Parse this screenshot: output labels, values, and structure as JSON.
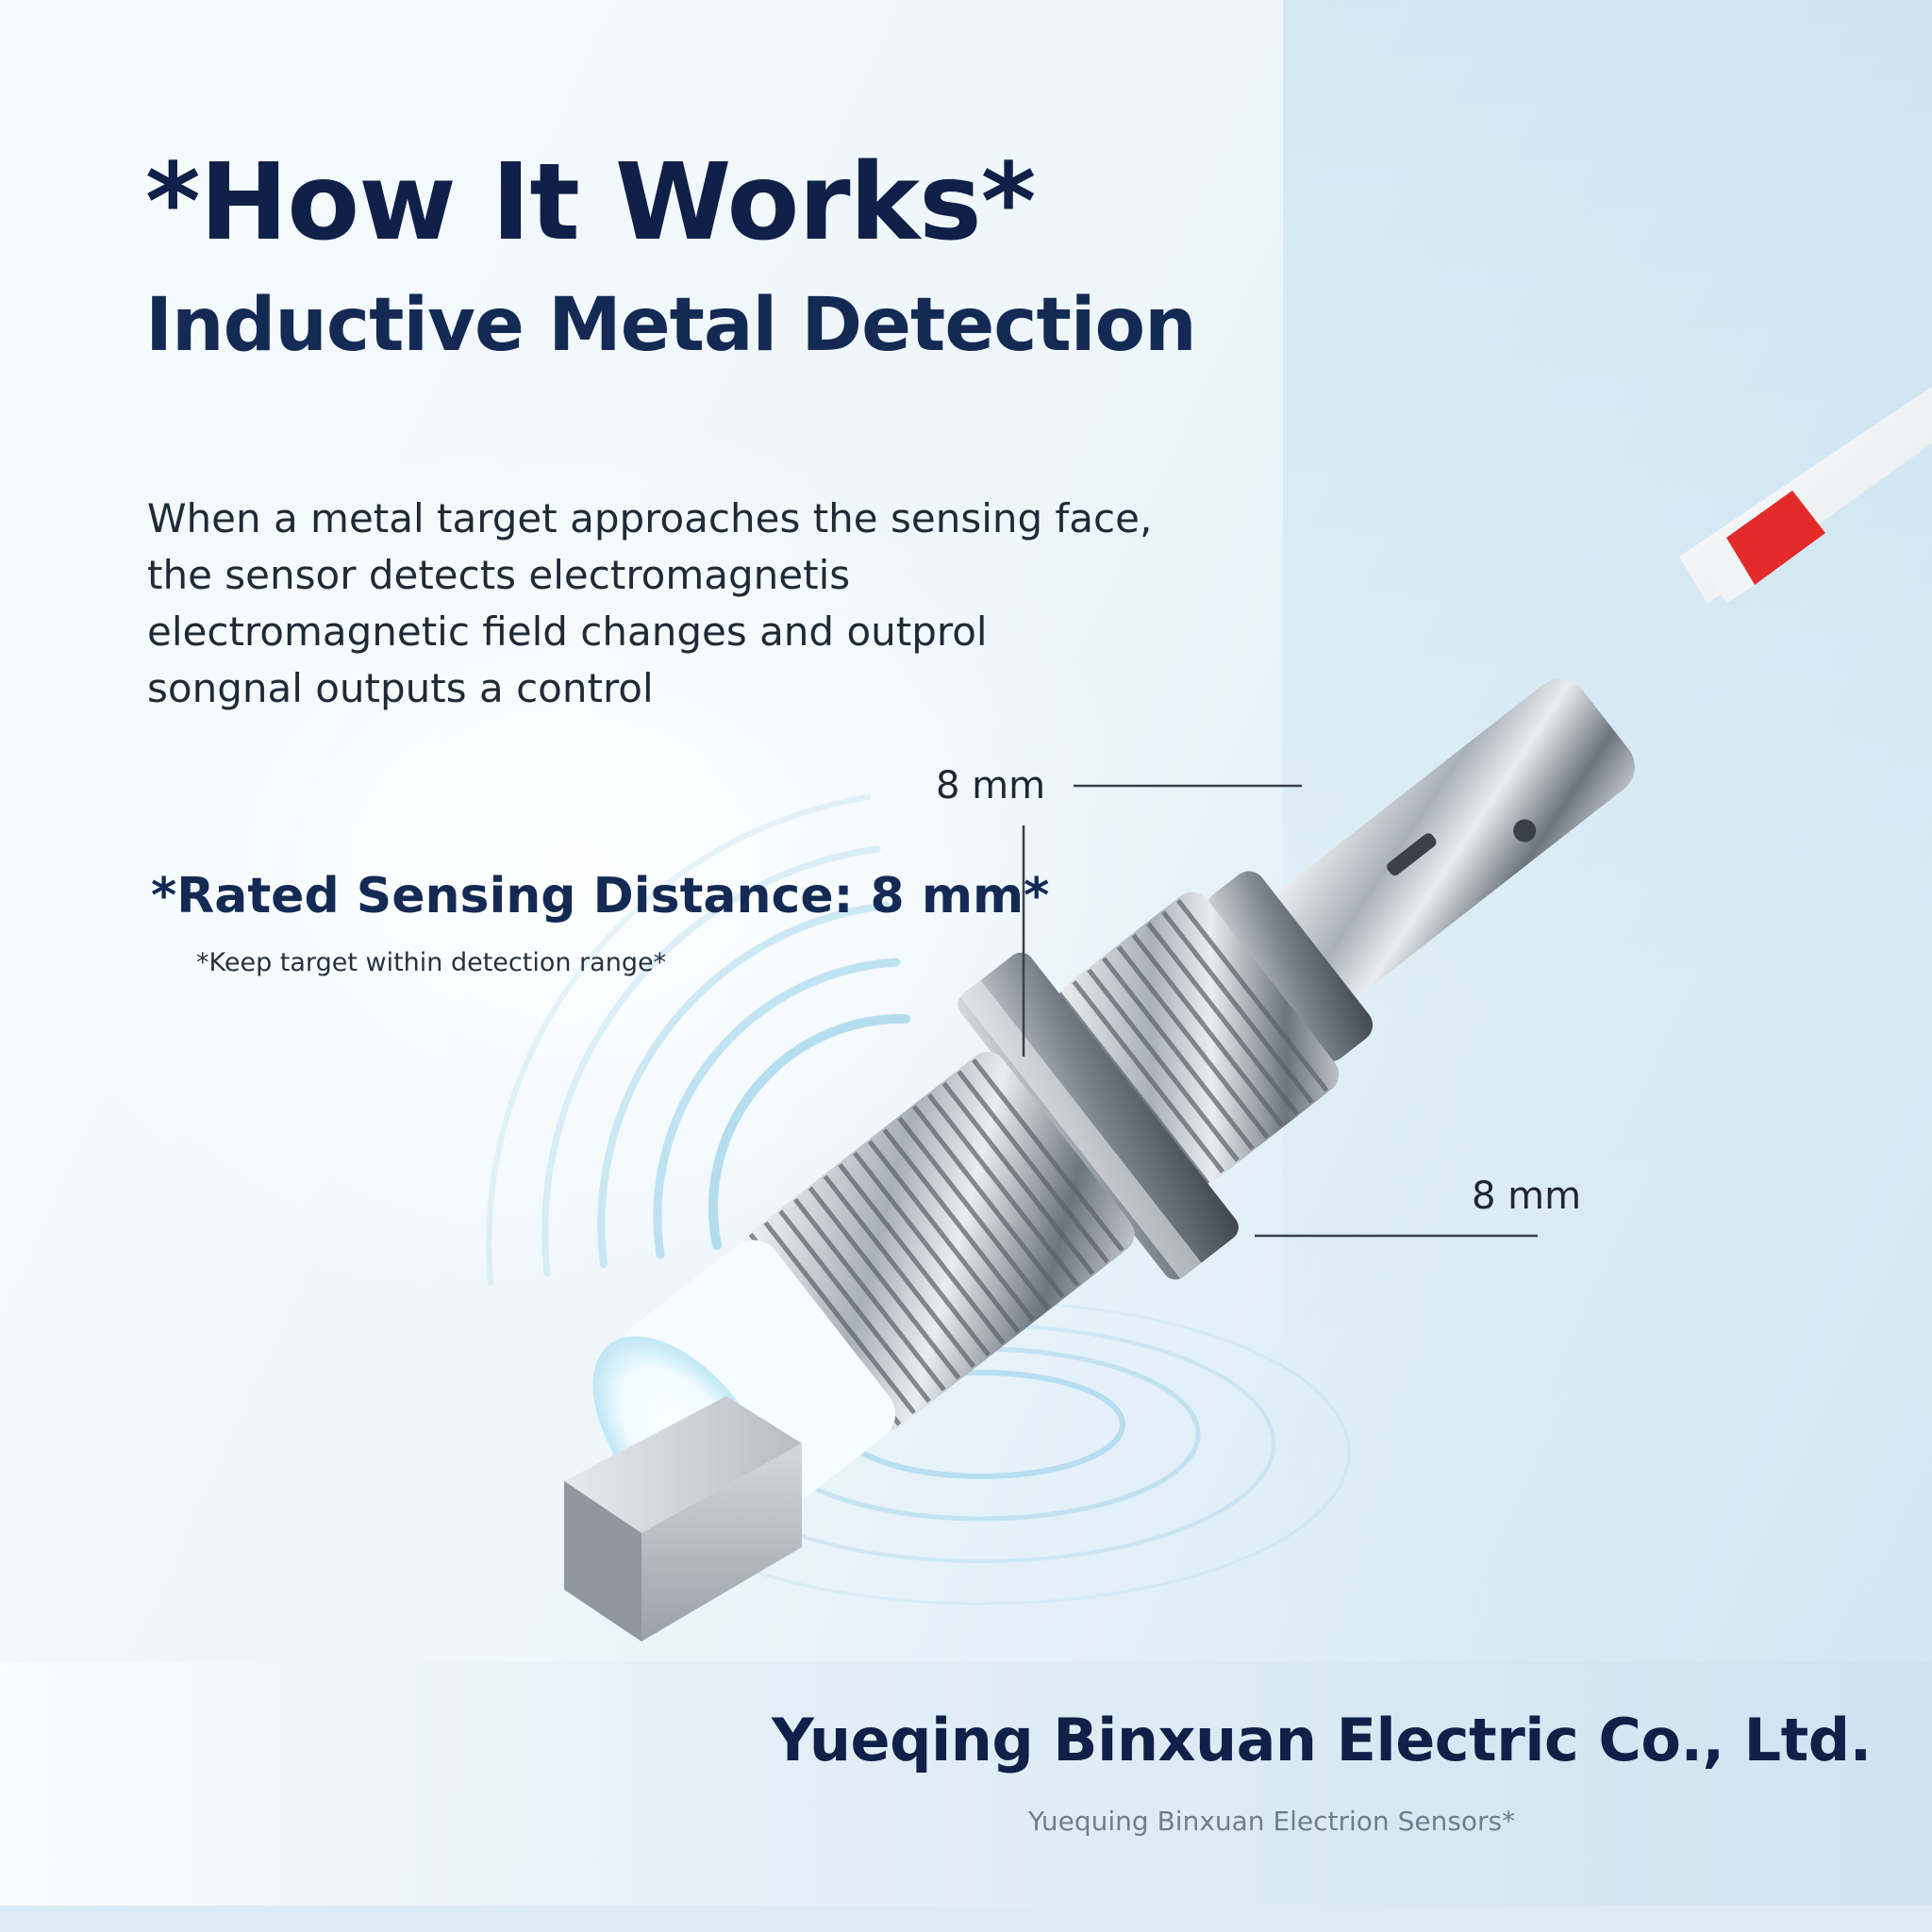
{
  "header": {
    "title": "*How It Works*",
    "subtitle": "Inductive Metal Detection"
  },
  "description": {
    "lines": [
      "When a metal target approaches the sensing face,",
      "the sensor detects electromagnetis",
      "electromagnetic field changes and outprol",
      "songnal  outputs a control"
    ]
  },
  "spec": {
    "rated_distance": "*Rated Sensing Distance: 8 mm*",
    "note": "*Keep target within detection range*"
  },
  "dimensions": {
    "top_label": "8 mm",
    "right_label": "8 mm"
  },
  "footer": {
    "company": "Yueqing Binxuan Electric Co., Ltd.",
    "tagline": "Yuequing Binxuan Electrion Sensors*"
  },
  "colors": {
    "title_navy": "#0f2049",
    "cable_red": "#e32b2b",
    "sensing_face": "#eefbff",
    "field_wave": "#7fc6e6"
  },
  "icons": {
    "sensor": "inductive-proximity-sensor-m18",
    "target": "metal-block-target",
    "field": "electromagnetic-field-waves"
  }
}
